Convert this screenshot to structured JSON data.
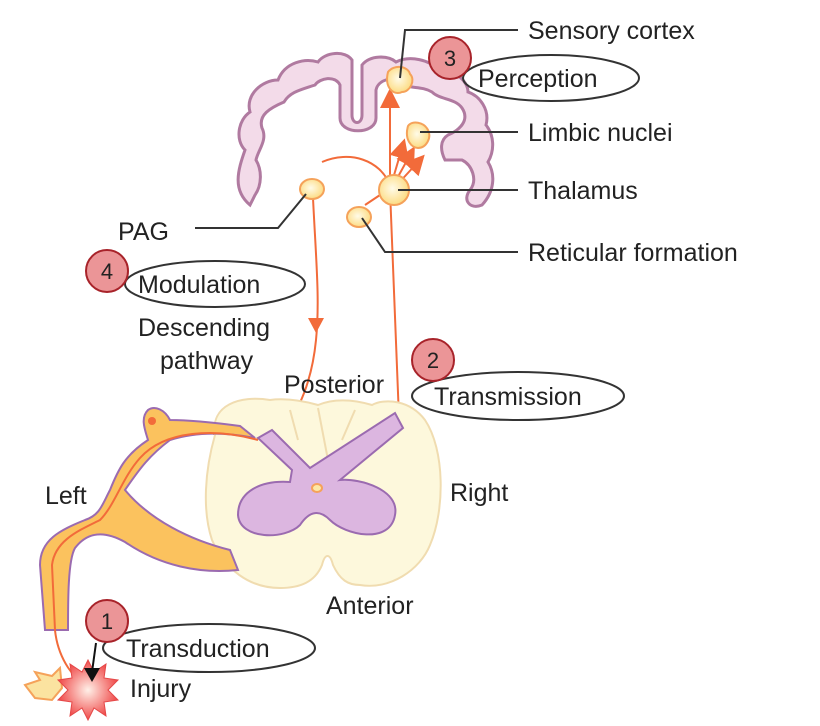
{
  "title": "Pain pathway: transduction, transmission, perception, modulation",
  "labels": {
    "sensory_cortex": "Sensory cortex",
    "limbic_nuclei": "Limbic nuclei",
    "thalamus": "Thalamus",
    "reticular_formation": "Reticular formation",
    "pag": "PAG",
    "descending_1": "Descending",
    "descending_2": "pathway",
    "posterior": "Posterior",
    "anterior": "Anterior",
    "left": "Left",
    "right": "Right",
    "injury": "Injury"
  },
  "stages": [
    {
      "number": "1",
      "name": "Transduction"
    },
    {
      "number": "2",
      "name": "Transmission"
    },
    {
      "number": "3",
      "name": "Perception"
    },
    {
      "number": "4",
      "name": "Modulation"
    }
  ],
  "colors": {
    "pathway": "#f26b3a",
    "brain_outline": "#b07aa0",
    "brain_fill": "#f3dbe9",
    "nucleus_fill": "#fde8a6",
    "nucleus_stroke": "#f5a25a",
    "grey_matter": "#dcb6e0",
    "white_matter": "#fdf8dc",
    "nerve": "#fbc25e",
    "badge": "#eb9597",
    "badge_stroke": "#a8232a"
  }
}
